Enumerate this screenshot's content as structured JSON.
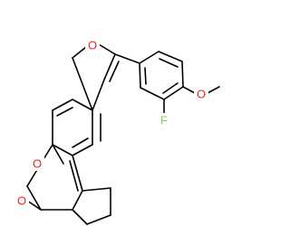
{
  "molecule": {
    "atoms": [
      {
        "id": "O_furan",
        "label": "O",
        "color": "#e8251f"
      },
      {
        "id": "O_ring",
        "label": "O",
        "color": "#e8251f"
      },
      {
        "id": "O_carbonyl",
        "label": "O",
        "color": "#e8251f"
      },
      {
        "id": "F",
        "label": "F",
        "color": "#8fd24a"
      },
      {
        "id": "O_methoxy",
        "label": "O",
        "color": "#e8251f"
      }
    ]
  }
}
